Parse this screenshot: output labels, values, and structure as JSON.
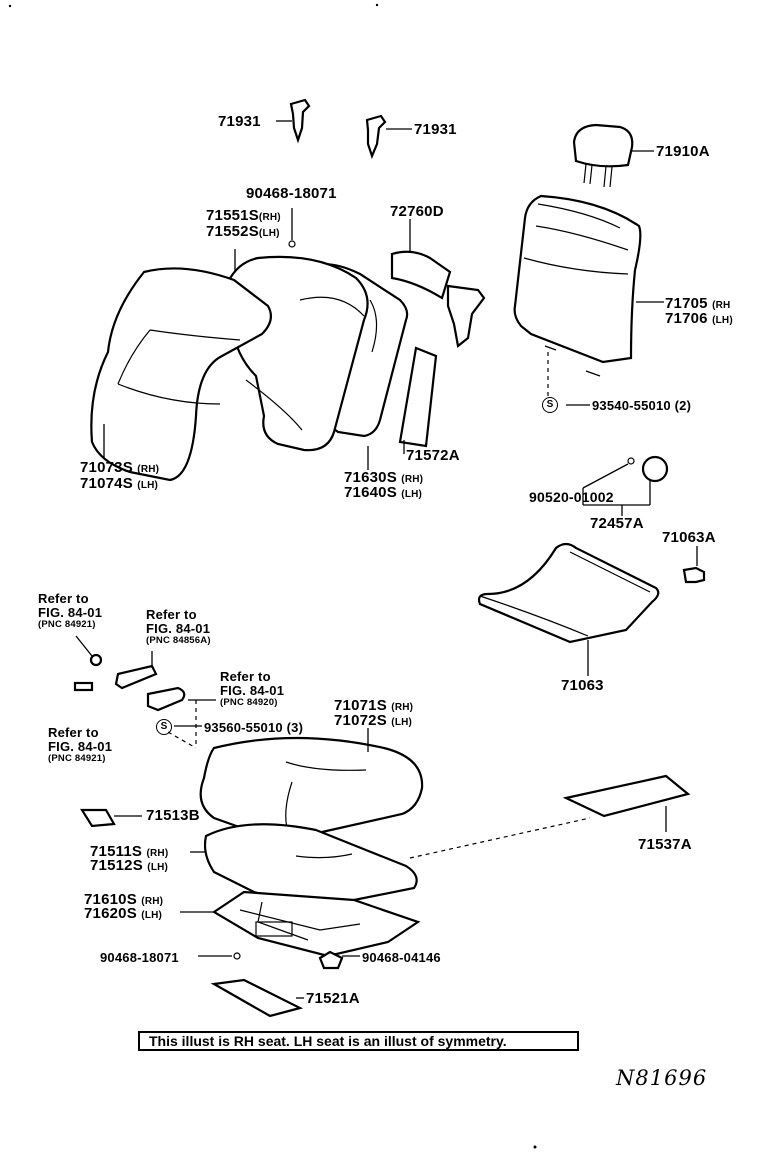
{
  "parts": {
    "p71931_left": "71931",
    "p71931_right": "71931",
    "p71910A": "71910A",
    "p90468_18071_top": "90468-18071",
    "p71551S": "71551S",
    "p71551S_side": "(RH)",
    "p71552S": "71552S",
    "p71552S_side": "(LH)",
    "p72760D": "72760D",
    "p71705": "71705",
    "p71705_side": "(RH",
    "p71706": "71706",
    "p71706_side": "(LH)",
    "p93540": "93540-55010 (2)",
    "p71073S": "71073S",
    "p71073S_side": "(RH)",
    "p71074S": "71074S",
    "p71074S_side": "(LH)",
    "p71572A": "71572A",
    "p71630S": "71630S",
    "p71630S_side": "(RH)",
    "p71640S": "71640S",
    "p71640S_side": "(LH)",
    "p90520": "90520-01002",
    "p72457A": "72457A",
    "p71063A": "71063A",
    "p71063": "71063",
    "p71071S": "71071S",
    "p71071S_side": "(RH)",
    "p71072S": "71072S",
    "p71072S_side": "(LH)",
    "p93560": "93560-55010 (3)",
    "p71513B": "71513B",
    "p71537A": "71537A",
    "p71511S": "71511S",
    "p71511S_side": "(RH)",
    "p71512S": "71512S",
    "p71512S_side": "(LH)",
    "p71610S": "71610S",
    "p71610S_side": "(RH)",
    "p71620S": "71620S",
    "p71620S_side": "(LH)",
    "p90468_18071_bottom": "90468-18071",
    "p90468_04146": "90468-04146",
    "p71521A": "71521A",
    "s_symbol": "S"
  },
  "refs": {
    "r1_line1": "Refer to",
    "r1_line2": "FIG. 84-01",
    "r1_pnc": "(PNC 84921)",
    "r2_line1": "Refer to",
    "r2_line2": "FIG. 84-01",
    "r2_pnc": "(PNC 84856A)",
    "r3_line1": "Refer to",
    "r3_line2": "FIG. 84-01",
    "r3_pnc": "(PNC 84920)",
    "r4_line1": "Refer to",
    "r4_line2": "FIG. 84-01",
    "r4_pnc": "(PNC 84921)"
  },
  "note": "This illust is RH seat. LH seat is an illust of symmetry.",
  "figure_id": "N81696"
}
